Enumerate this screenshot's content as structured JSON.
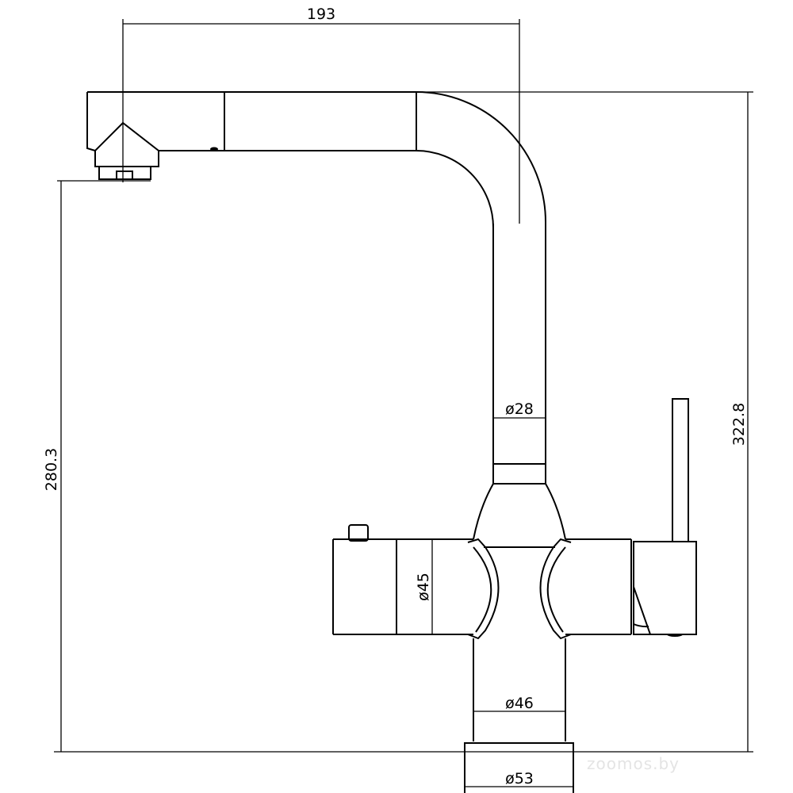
{
  "dimensions": {
    "spout_reach": "193",
    "total_height": "322.8",
    "spout_height": "280.3",
    "column_diameter": "ø28",
    "body_diameter": "ø45",
    "stem_diameter": "ø46",
    "base_diameter": "ø53"
  },
  "watermark": "zoomos.by"
}
